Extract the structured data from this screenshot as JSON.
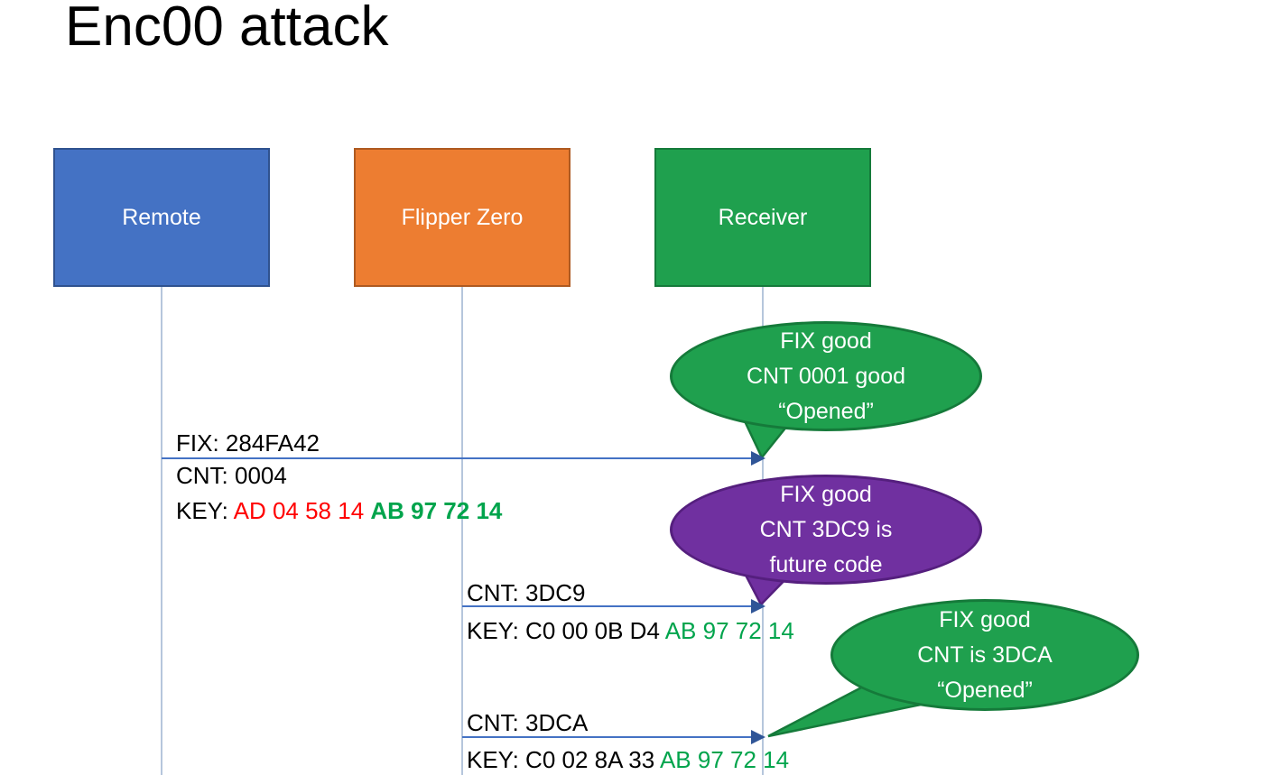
{
  "title": "Enc00 attack",
  "actors": [
    {
      "label": "Remote"
    },
    {
      "label": "Flipper Zero"
    },
    {
      "label": "Receiver"
    }
  ],
  "messages": [
    {
      "fix": "FIX: 284FA42",
      "cnt": "CNT: 0004",
      "key_prefix": "KEY: ",
      "key_red": "AD 04 58 14 ",
      "key_green": "AB 97 72 14"
    },
    {
      "cnt": "CNT: 3DC9",
      "key_prefix": "KEY: C0 00 0B D4 ",
      "key_green": "AB 97 72 14"
    },
    {
      "cnt": "CNT: 3DCA",
      "key_prefix": "KEY: C0 02 8A 33 ",
      "key_green": "AB 97 72 14"
    }
  ],
  "bubbles": [
    {
      "lines": [
        "FIX good",
        "CNT 0001 good",
        "“Opened”"
      ]
    },
    {
      "lines": [
        "FIX good",
        "CNT 3DC9 is",
        "future code"
      ]
    },
    {
      "lines": [
        "FIX good",
        "CNT is 3DCA",
        "“Opened”"
      ]
    }
  ],
  "colors": {
    "remote-fill": "#4472C4",
    "remote-border": "#2F528F",
    "flipper-fill": "#ED7D31",
    "flipper-border": "#AE5A21",
    "green-fill": "#1FA04E",
    "green-border": "#157A3A",
    "purple-fill": "#7030A0",
    "purple-border": "#551F7E",
    "arrow": "#4472C4",
    "arrowhead": "#2F5597",
    "lifeline": "#9DB3D1",
    "key-red": "#FF0000",
    "key-green": "#00A44C"
  }
}
